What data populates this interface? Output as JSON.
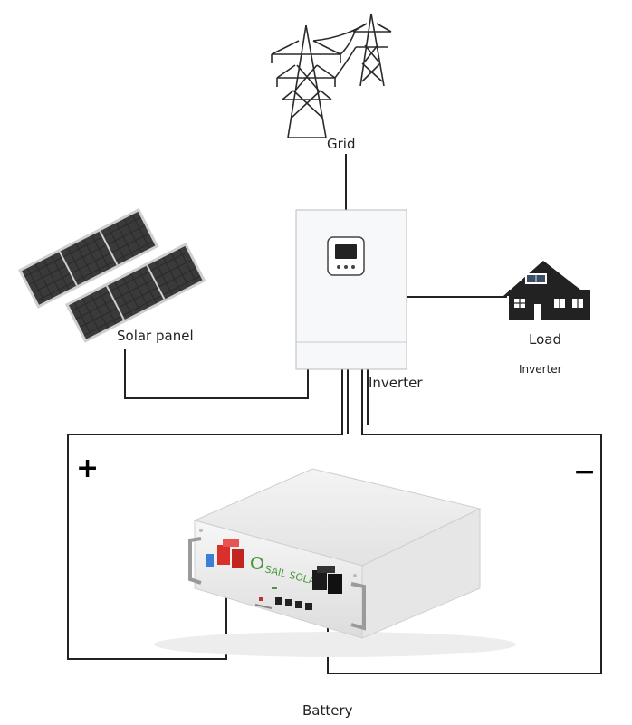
{
  "labels": {
    "grid": "Grid",
    "solar_panel": "Solar panel",
    "load": "Load",
    "inverter_main": "Inverter",
    "inverter_small": "Inverter",
    "battery": "Battery",
    "plus": "+",
    "minus": "−"
  },
  "battery_brand": "SAIL SOLAR",
  "colors": {
    "wire": "#222222",
    "positive_terminal": "#d9302c",
    "negative_terminal": "#1a1a1a",
    "brand_green": "#4a9a3a"
  },
  "icons": [
    "power-tower-icon",
    "solar-panel-icon",
    "house-icon",
    "inverter-display-icon"
  ]
}
